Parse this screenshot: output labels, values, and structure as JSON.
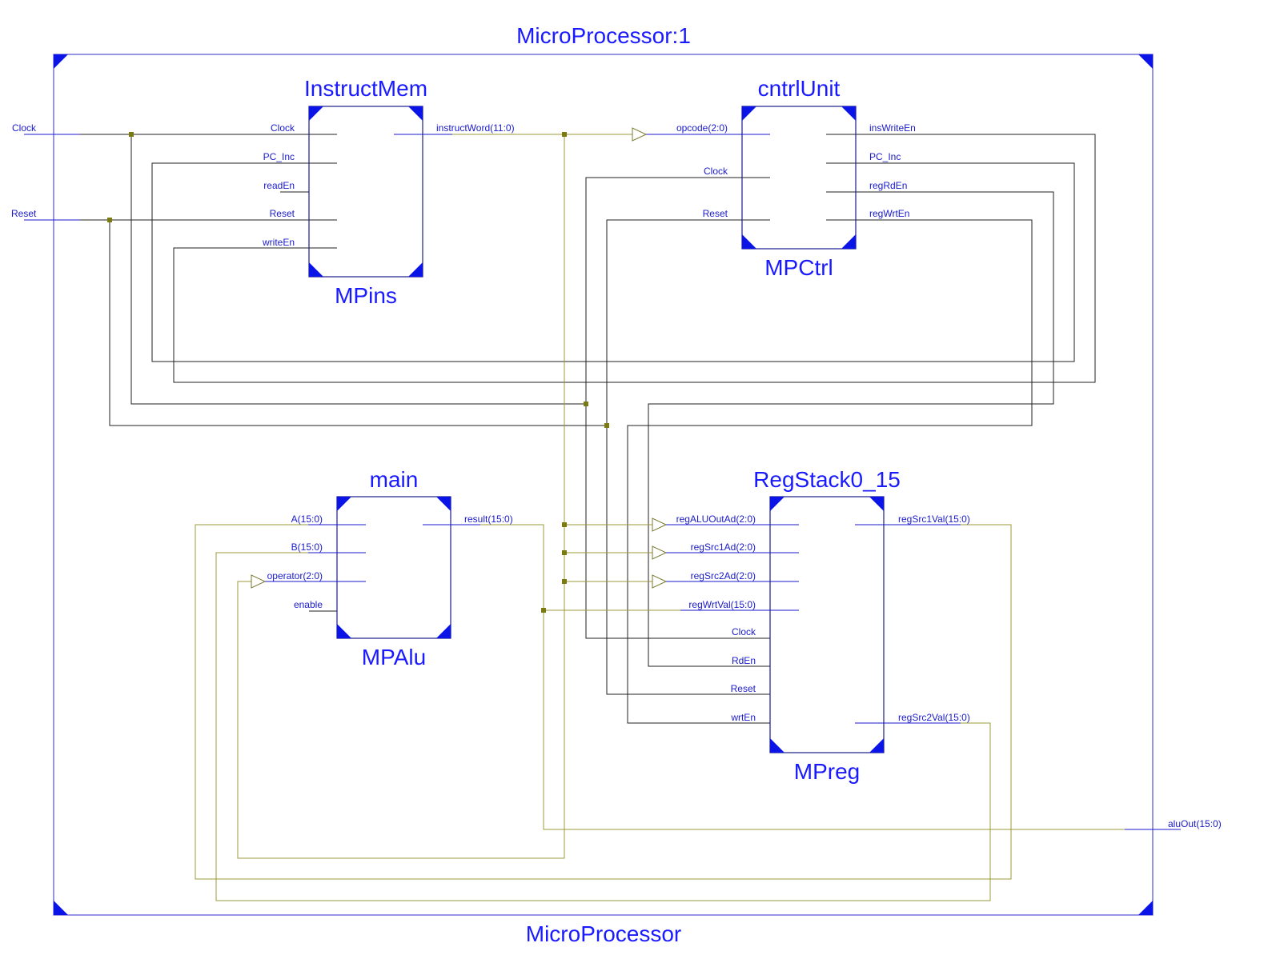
{
  "top": {
    "instance_name": "MicroProcessor:1",
    "module_name": "MicroProcessor"
  },
  "ports": {
    "clock": "Clock",
    "reset": "Reset",
    "alu_out": "aluOut(15:0)"
  },
  "blocks": {
    "instructmem": {
      "instance": "InstructMem",
      "module": "MPins",
      "in_pins": [
        "Clock",
        "PC_Inc",
        "readEn",
        "Reset",
        "writeEn"
      ],
      "out_pins": [
        "instructWord(11:0)"
      ]
    },
    "cntrlunit": {
      "instance": "cntrlUnit",
      "module": "MPCtrl",
      "in_pins": [
        "opcode(2:0)",
        "Clock",
        "Reset"
      ],
      "out_pins": [
        "insWriteEn",
        "PC_Inc",
        "regRdEn",
        "regWrtEn"
      ]
    },
    "main": {
      "instance": "main",
      "module": "MPAlu",
      "in_pins": [
        "A(15:0)",
        "B(15:0)",
        "operator(2:0)",
        "enable"
      ],
      "out_pins": [
        "result(15:0)"
      ]
    },
    "regstack": {
      "instance": "RegStack0_15",
      "module": "MPreg",
      "in_pins": [
        "regALUOutAd(2:0)",
        "regSrc1Ad(2:0)",
        "regSrc2Ad(2:0)",
        "regWrtVal(15:0)",
        "Clock",
        "RdEn",
        "Reset",
        "wrtEn"
      ],
      "out_pins": [
        "regSrc1Val(15:0)",
        "regSrc2Val(15:0)"
      ]
    }
  },
  "colors": {
    "title_text": "#1a1aff",
    "pin_text": "#1a1acc",
    "control_wire": "#222222",
    "bus_wire": "#9a9a3a",
    "corner_mark": "#0a14e6",
    "junction": "#7a7a10",
    "frame": "#5050d0"
  }
}
